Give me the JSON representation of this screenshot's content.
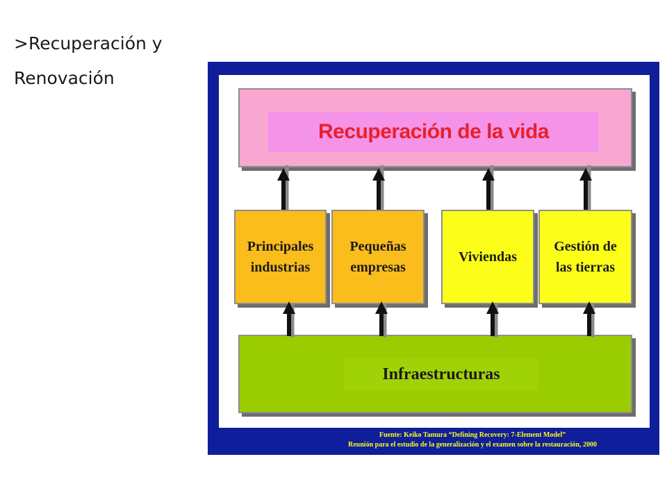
{
  "slide": {
    "title_line1": ">Recuperación  y",
    "title_line2": "Renovación"
  },
  "diagram": {
    "top": "Recuperación de la vida",
    "middle": [
      {
        "line1": "Principales",
        "line2": "industrias"
      },
      {
        "line1": "Pequeñas",
        "line2": "empresas"
      },
      {
        "line1": "Viviendas",
        "line2": ""
      },
      {
        "line1": "Gestión de",
        "line2": "las tierras"
      }
    ],
    "bottom": "Infraestructuras",
    "source_line1": "Fuente: Keiko Tamura “Defining Recovery: 7-Element Model”",
    "source_line2": "Reunión para el estudio de la generalización y el examen sobre la restauración, 2000"
  },
  "colors": {
    "frame": "#0f1e9a",
    "top_box": "#f9a6d0",
    "top_text": "#e8202a",
    "orange_box": "#fbbd1b",
    "yellow_box": "#fdfd1a",
    "bottom_box": "#9acd00",
    "arrow": "#111111"
  }
}
